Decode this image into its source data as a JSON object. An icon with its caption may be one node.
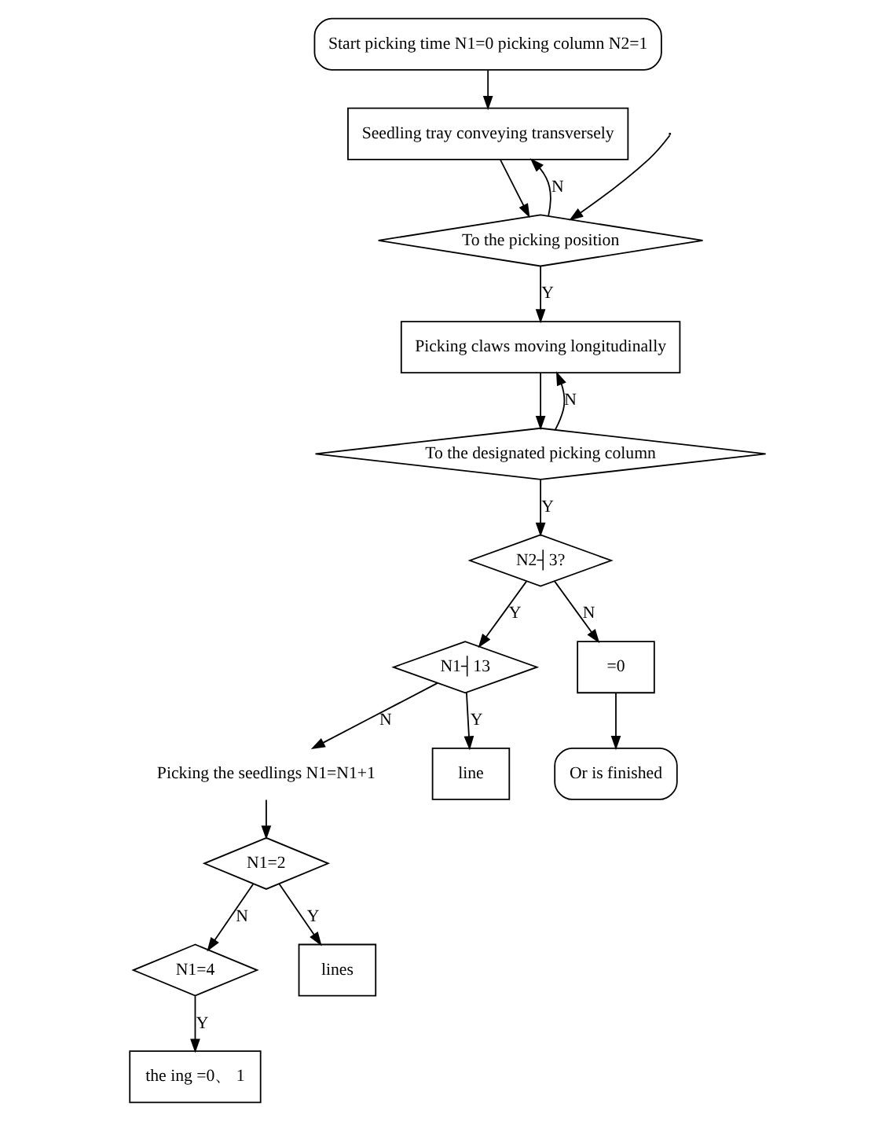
{
  "diagram": {
    "nodes": [
      {
        "text": [
          "Start picking time N1=0 picking column N2=1"
        ]
      },
      {
        "text": [
          "Seedling tray conveying transversely"
        ]
      },
      {
        "text": [
          "To the picking position"
        ]
      },
      {
        "text": [
          "Picking claws moving longitudinally"
        ]
      },
      {
        "text": [
          "To the designated picking column"
        ]
      },
      {
        "text": [
          "N2┤3?"
        ]
      },
      {
        "text": [
          "N1┤13"
        ]
      },
      {
        "text": [
          "Picking the seedlings N1=N1+1"
        ]
      },
      {
        "text": [
          "N1=2"
        ]
      },
      {
        "text": [
          "N1=4"
        ]
      },
      {
        "text": [
          "line"
        ]
      },
      {
        "text": [
          "lines"
        ]
      },
      {
        "text": [
          "the ing =0、 1"
        ]
      },
      {
        "text": [
          "=0"
        ]
      },
      {
        "text": [
          "Or is finished"
        ]
      }
    ],
    "edges": [
      {
        "from": 0,
        "to": 1,
        "arrow": "to"
      },
      {
        "from": 1,
        "to": 2,
        "arrow": "to"
      },
      {
        "from": 2,
        "to": 3,
        "arrow": "to",
        "label": "Y"
      },
      {
        "from": 2,
        "to": 1,
        "arrow": "to",
        "label": "N"
      },
      {
        "from": 3,
        "to": 4,
        "arrow": "to"
      },
      {
        "from": 4,
        "to": 3,
        "arrow": "to",
        "label": "N"
      },
      {
        "from": 4,
        "to": 5,
        "arrow": "to",
        "label": "Y"
      },
      {
        "from": 5,
        "to": 6,
        "arrow": "to",
        "label": "Y"
      },
      {
        "from": 5,
        "to": 13,
        "arrow": "to",
        "label": "N"
      },
      {
        "from": 6,
        "to": 10,
        "arrow": "to",
        "label": "Y"
      },
      {
        "from": 6,
        "to": 7,
        "arrow": "to",
        "label": "N"
      },
      {
        "from": 7,
        "to": 8,
        "arrow": "to"
      },
      {
        "from": 8,
        "to": 11,
        "arrow": "to",
        "label": "Y"
      },
      {
        "from": 8,
        "to": 9,
        "arrow": "to",
        "label": "N"
      },
      {
        "from": 9,
        "to": 12,
        "arrow": "to",
        "label": "Y"
      },
      {
        "from": 13,
        "to": 14,
        "arrow": "to"
      },
      {
        "from": null,
        "to": 2,
        "arrow": "to"
      }
    ]
  }
}
